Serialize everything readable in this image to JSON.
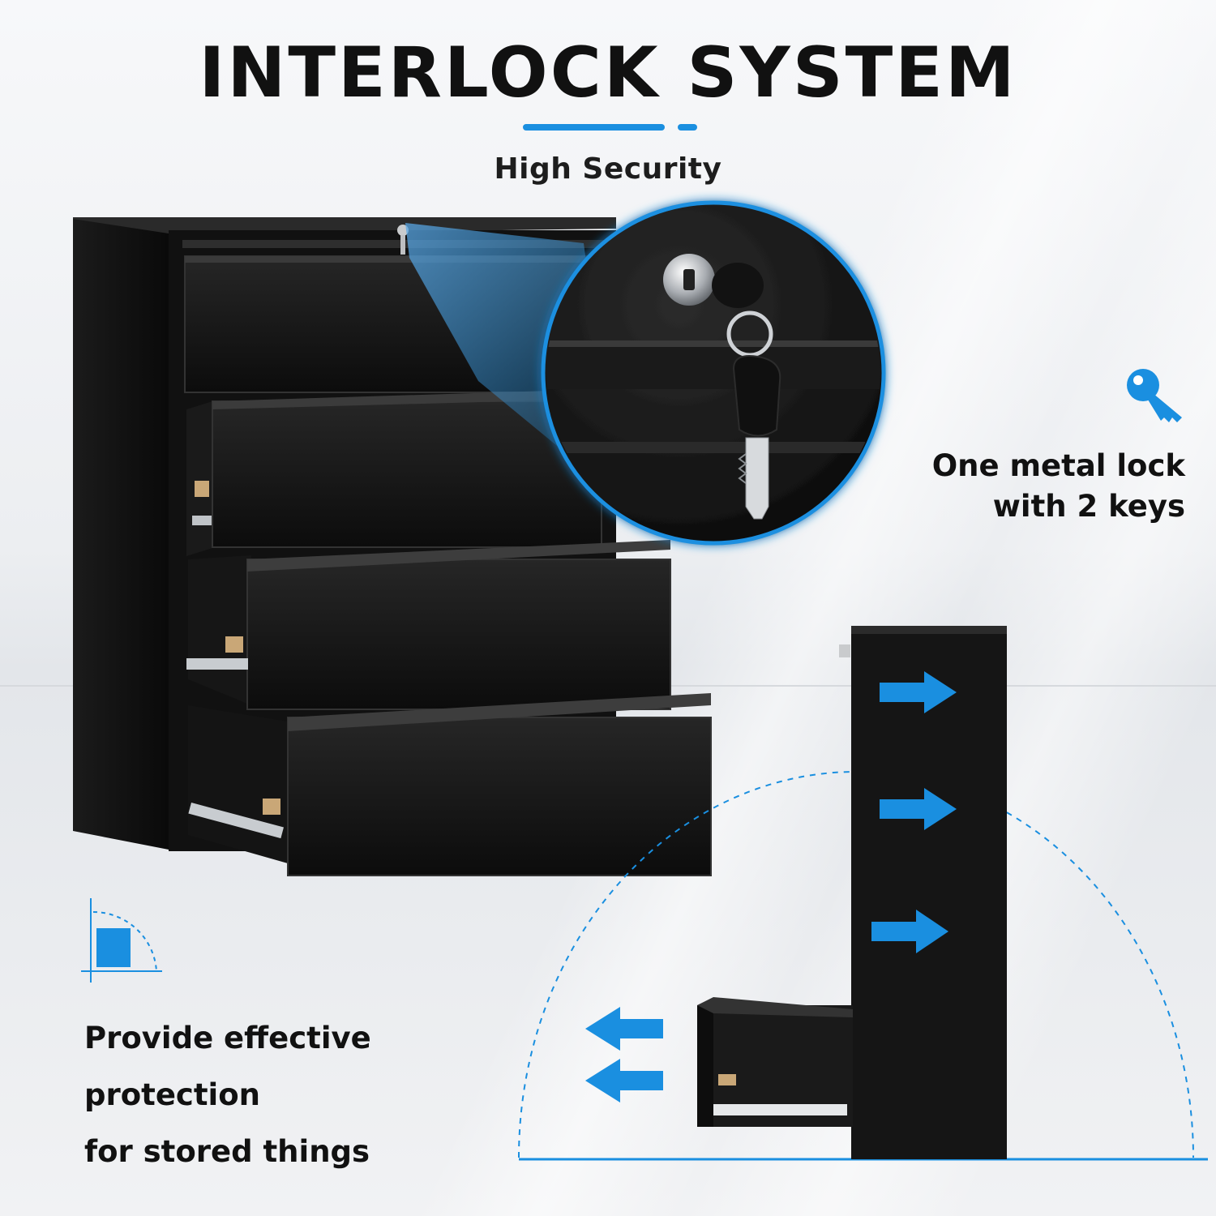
{
  "title": "INTERLOCK SYSTEM",
  "subtitle": "High Security",
  "lock_feature": {
    "line1": "One metal lock",
    "line2": "with 2 keys",
    "icon": "key-icon"
  },
  "protection_feature": {
    "line1": "Provide effective",
    "line2": "protection",
    "line3": "for stored things",
    "icon": "corner-square-icon"
  },
  "colors": {
    "accent": "#1a8fe0",
    "cabinet": "#141414",
    "background": "#eceef1"
  }
}
